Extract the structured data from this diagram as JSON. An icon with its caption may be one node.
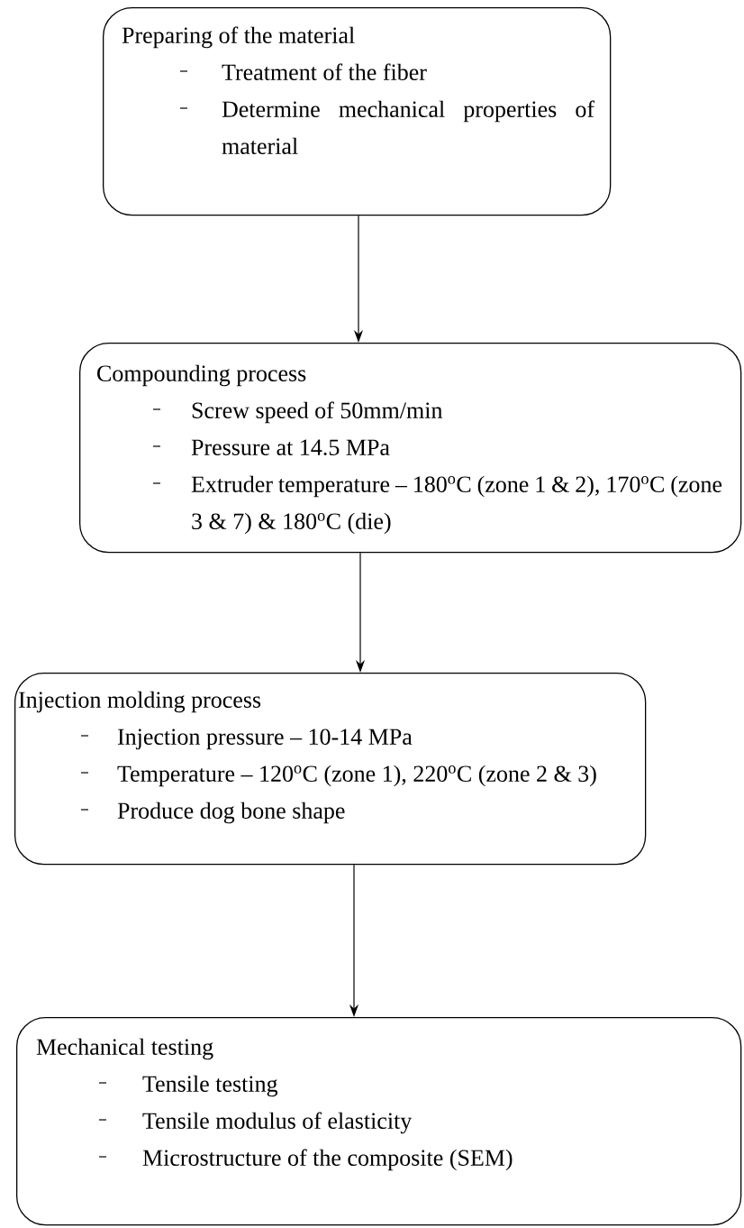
{
  "diagram": {
    "nodes": [
      {
        "text": [
          "Preparing of the material",
          "Treatment of the fiber",
          "Determine mechanical properties of material"
        ]
      },
      {
        "text": [
          "Compounding process",
          "Screw speed of 50mm/min",
          "Pressure at 14.5 MPa",
          "Extruder temperature – 180$^{o}$C (zone 1 & 2), 170$^{o}$C (zone 3 & 7) & 180$^{o}$C (die)"
        ]
      },
      {
        "text": [
          "Injection molding process",
          "Injection pressure – 10-14 MPa",
          "Temperature – 120$^{o}$C (zone 1), 220$^{o}$C (zone 2 & 3)",
          "Produce dog bone shape"
        ]
      },
      {
        "text": [
          "Mechanical testing",
          "Tensile testing",
          "Tensile modulus of elasticity",
          "Microstructure of the composite (SEM)"
        ]
      }
    ],
    "edges": [
      {
        "from": 0,
        "to": 1,
        "arrow": "to"
      },
      {
        "from": 1,
        "to": 2,
        "arrow": "to"
      },
      {
        "from": 2,
        "to": 3,
        "arrow": "to"
      }
    ]
  }
}
